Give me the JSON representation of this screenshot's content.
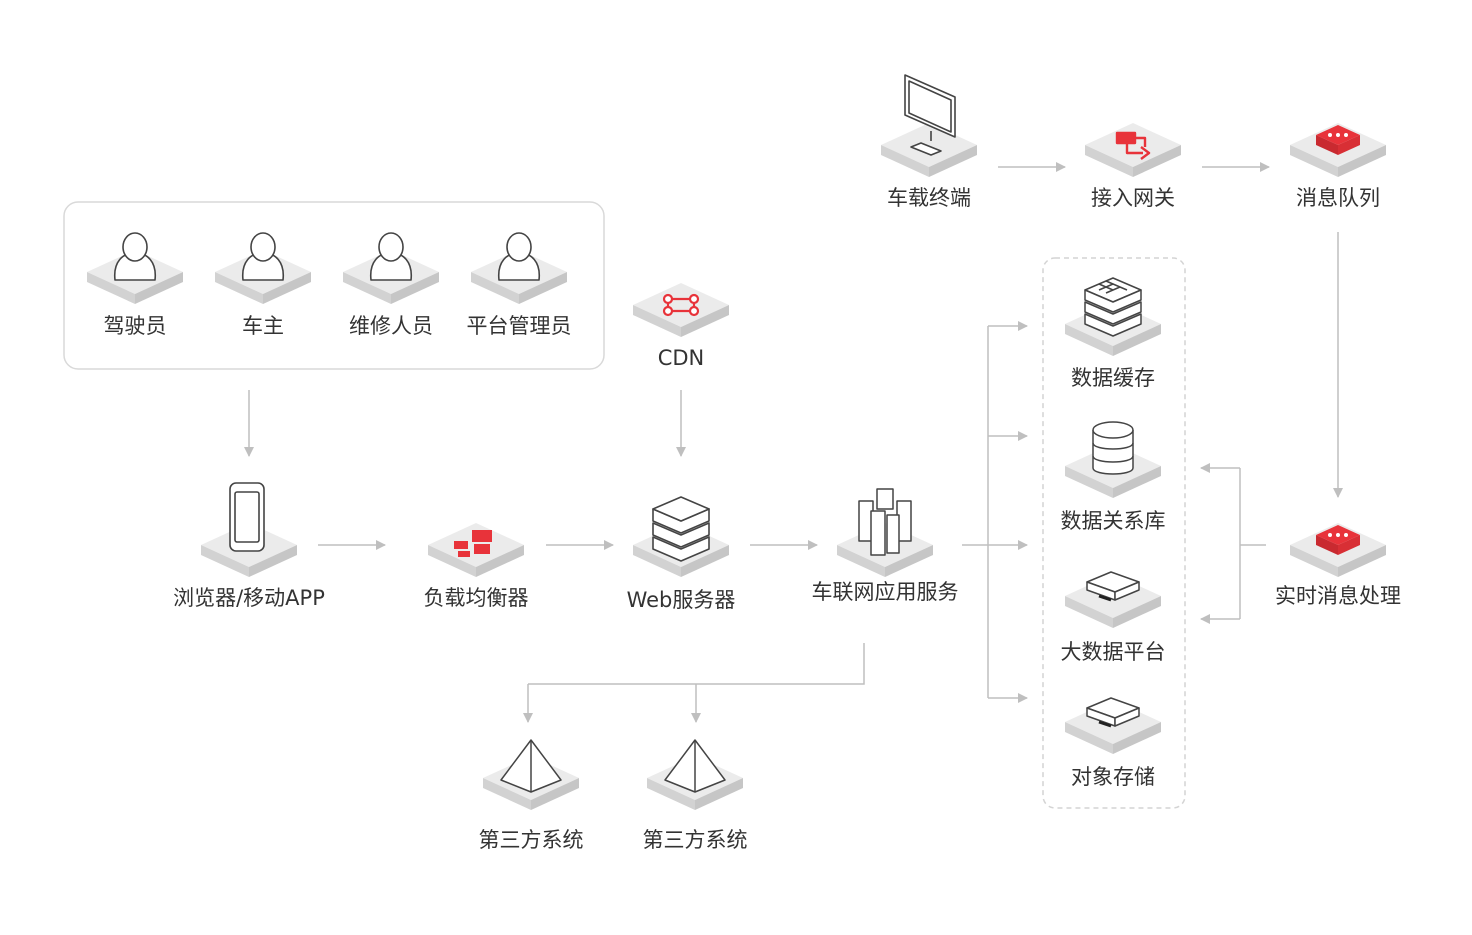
{
  "colors": {
    "accent": "#e8333a",
    "line": "#bfbfbf",
    "text": "#333333",
    "platform_top": "#e9e9e9",
    "platform_side": "#d4d4d4"
  },
  "roles": [
    {
      "label": "驾驶员",
      "icon": "user-icon"
    },
    {
      "label": "车主",
      "icon": "user-icon"
    },
    {
      "label": "维修人员",
      "icon": "user-icon"
    },
    {
      "label": "平台管理员",
      "icon": "user-icon"
    }
  ],
  "nodes": {
    "vehicle_terminal": {
      "label": "车载终端",
      "icon": "monitor-icon"
    },
    "access_gateway": {
      "label": "接入网关",
      "icon": "gateway-icon"
    },
    "message_queue": {
      "label": "消息队列",
      "icon": "message-icon"
    },
    "cdn": {
      "label": "CDN",
      "icon": "cdn-network-icon"
    },
    "browser_app": {
      "label": "浏览器/移动APP",
      "icon": "mobile-phone-icon"
    },
    "load_balancer": {
      "label": "负载均衡器",
      "icon": "load-balancer-icon"
    },
    "web_server": {
      "label": "Web服务器",
      "icon": "server-stack-icon"
    },
    "iov_service": {
      "label": "车联网应用服务",
      "icon": "buildings-icon"
    },
    "realtime_processing": {
      "label": "实时消息处理",
      "icon": "message-icon"
    },
    "third_party_1": {
      "label": "第三方系统",
      "icon": "pyramid-icon"
    },
    "third_party_2": {
      "label": "第三方系统",
      "icon": "pyramid-icon"
    }
  },
  "storage": [
    {
      "label": "数据缓存",
      "icon": "cache-icon"
    },
    {
      "label": "数据关系库",
      "icon": "database-icon"
    },
    {
      "label": "大数据平台",
      "icon": "storage-box-icon"
    },
    {
      "label": "对象存储",
      "icon": "storage-box-icon"
    }
  ]
}
